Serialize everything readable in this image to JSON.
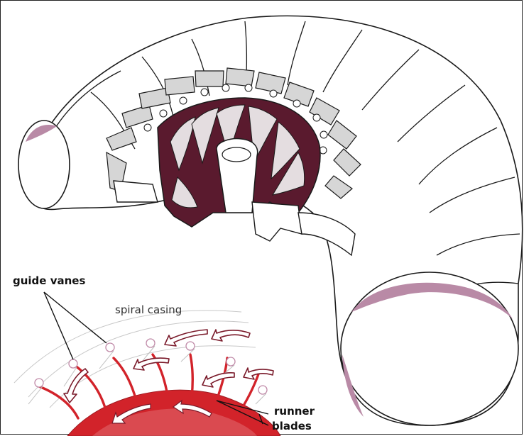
{
  "labels": {
    "guide_vanes": "guide vanes",
    "spiral_casing": "spiral casing",
    "runner_line1": "runner",
    "runner_line2": "blades"
  },
  "colors": {
    "outline": "#1a1a1a",
    "maroon": "#5a1a2e",
    "pink": "#b98aa6",
    "grey_vane": "#cfcfcf",
    "red_runner": "#d2232a",
    "arrow_fill": "#ffffff",
    "casing_ghost": "#bdbdbd"
  }
}
